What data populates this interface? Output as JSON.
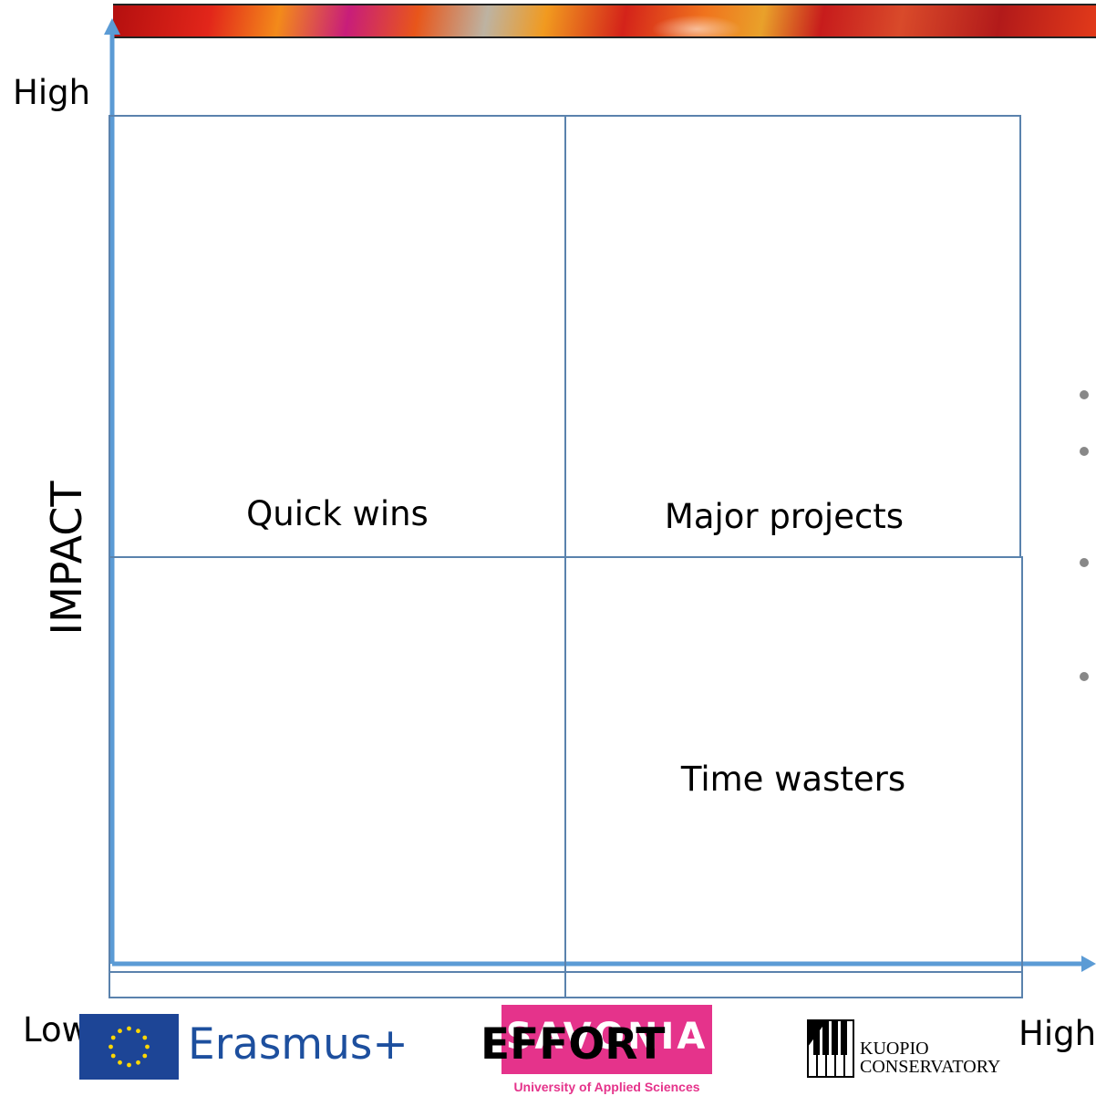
{
  "colors": {
    "grid_line": "#5a82ad",
    "axis_arrow": "#5b9bd5",
    "erasmus_blue": "#1d4f9e",
    "eu_flag": "#1d4596",
    "eu_star": "#ffd700",
    "savonia_pink": "#e5338b"
  },
  "diagram": {
    "y_axis": {
      "label": "IMPACT",
      "high": "High"
    },
    "x_axis": {
      "label": "EFFORT",
      "low": "Low",
      "high": "High"
    },
    "quadrants": {
      "top_left": "Quick wins",
      "top_right": "Major projects",
      "bottom_left": "",
      "bottom_right": "Time wasters"
    }
  },
  "logos": {
    "erasmus": {
      "text": "Erasmus+",
      "icon": "eu-flag-icon"
    },
    "savonia": {
      "text": "SAVONIA",
      "subtitle": "University of Applied Sciences"
    },
    "kuopio": {
      "line1": "KUOPIO",
      "line2": "CONSERVATORY",
      "icon": "piano-keys-icon"
    }
  }
}
